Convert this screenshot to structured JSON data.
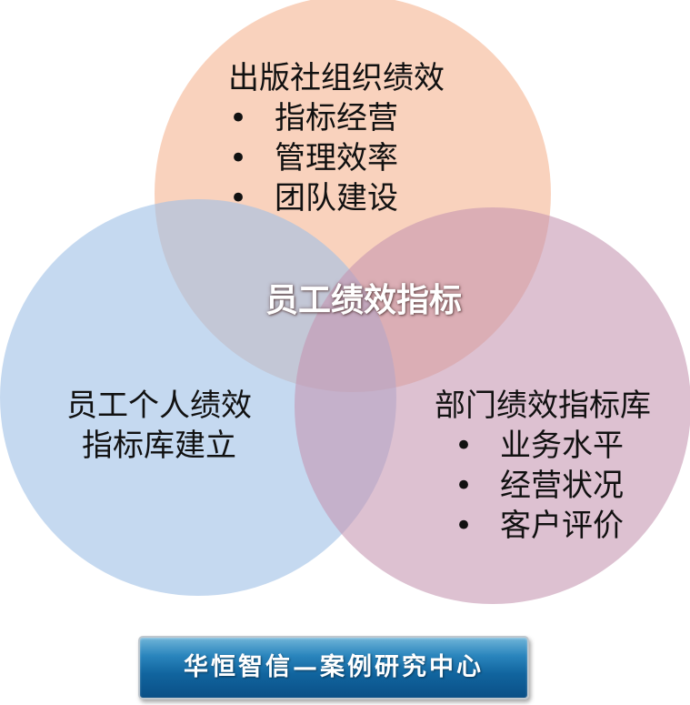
{
  "colors": {
    "top_circle": "#f7c6a8",
    "left_circle": "#aecbea",
    "right_circle": "#cfa6bd",
    "banner": "#11659f"
  },
  "top_circle": {
    "title": "出版社组织绩效",
    "items": [
      "指标经营",
      "管理效率",
      "团队建设"
    ]
  },
  "center": {
    "title": "员工绩效指标"
  },
  "left_circle": {
    "lines": [
      "员工个人绩效",
      "指标库建立"
    ]
  },
  "right_circle": {
    "title": "部门绩效指标库",
    "items": [
      "业务水平",
      "经营状况",
      "客户评价"
    ]
  },
  "banner": {
    "text": "华恒智信—案例研究中心"
  }
}
